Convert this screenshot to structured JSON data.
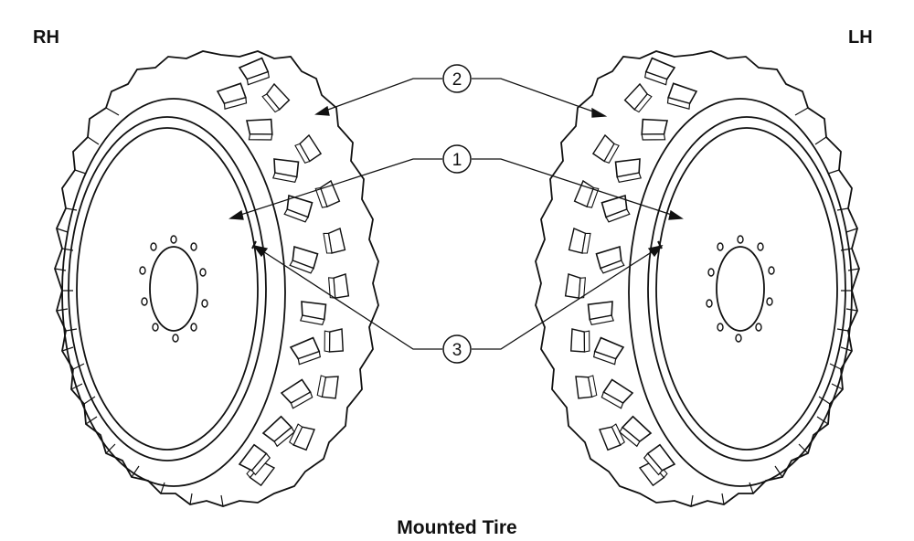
{
  "labels": {
    "rh": "RH",
    "lh": "LH",
    "caption": "Mounted Tire"
  },
  "callouts": [
    {
      "number": "2"
    },
    {
      "number": "1"
    },
    {
      "number": "3"
    }
  ],
  "colors": {
    "line": "#111111",
    "background": "#ffffff"
  }
}
